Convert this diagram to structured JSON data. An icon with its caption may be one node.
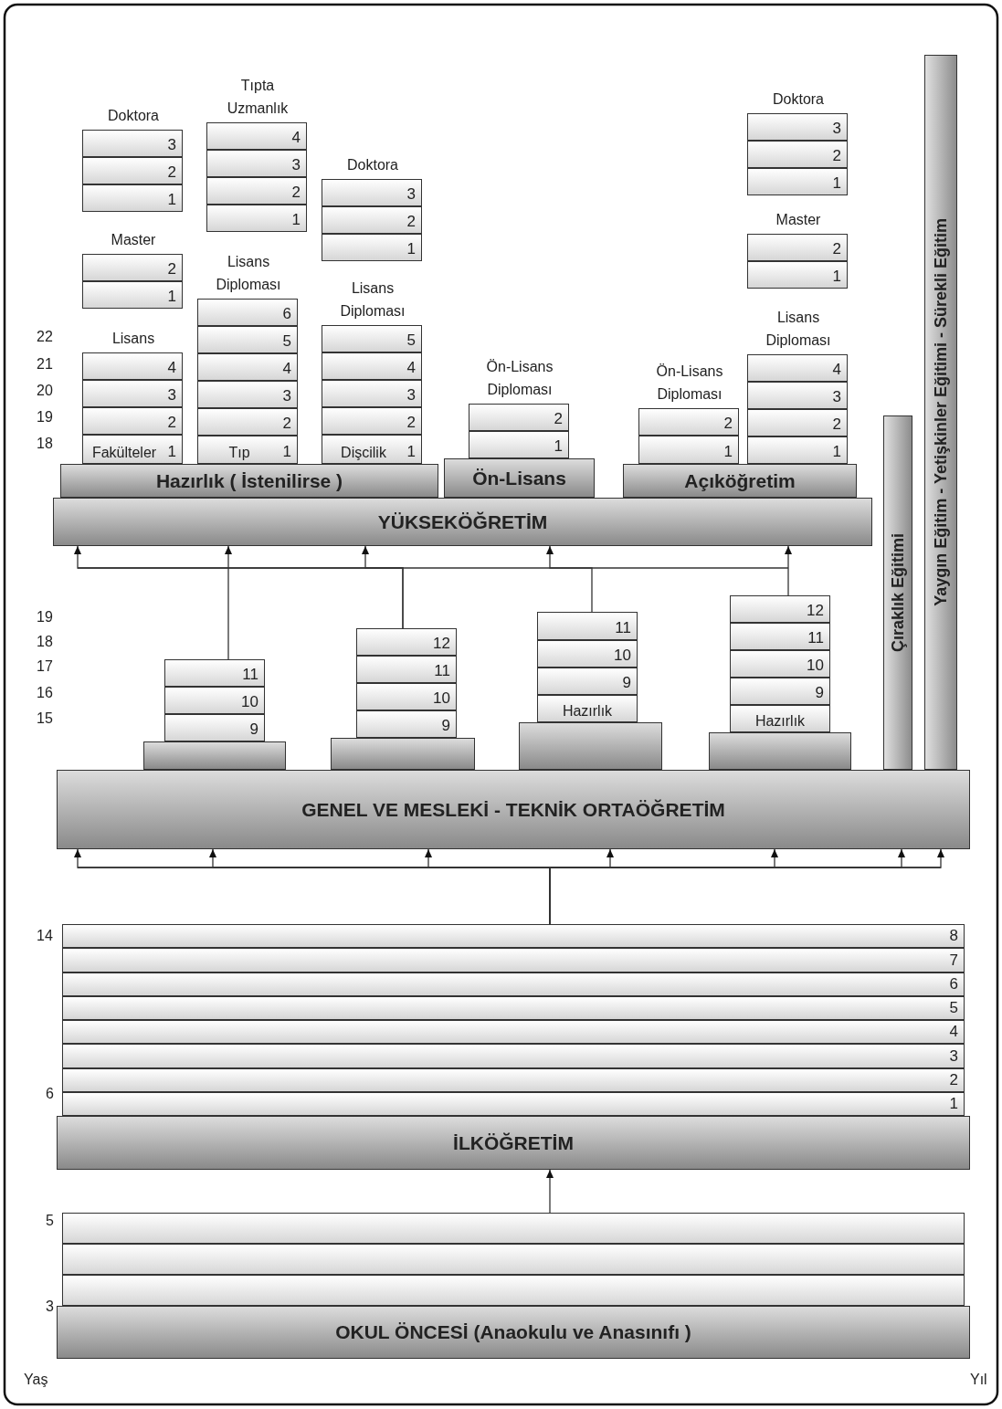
{
  "diagram": {
    "nodes": [
      {
        "text": [
          "3"
        ],
        "beside": [
          "Doktora"
        ]
      },
      {
        "text": [
          "2"
        ]
      },
      {
        "text": [
          "1"
        ]
      },
      {
        "text": [
          "2"
        ],
        "beside": [
          "Master"
        ]
      },
      {
        "text": [
          "1"
        ]
      },
      {
        "text": [
          "4"
        ],
        "beside": [
          "Lisans"
        ]
      },
      {
        "text": [
          "3"
        ]
      },
      {
        "text": [
          "2"
        ]
      },
      {
        "text": [
          "Fakülteler",
          "1"
        ]
      },
      {
        "text": [
          "4"
        ],
        "beside": [
          "Tıpta Uzmanlık"
        ]
      },
      {
        "text": [
          "3"
        ]
      },
      {
        "text": [
          "2"
        ]
      },
      {
        "text": [
          "1"
        ]
      },
      {
        "text": [
          "6"
        ],
        "beside": [
          "Lisans Diploması"
        ]
      },
      {
        "text": [
          "5"
        ]
      },
      {
        "text": [
          "4"
        ]
      },
      {
        "text": [
          "3"
        ]
      },
      {
        "text": [
          "2"
        ]
      },
      {
        "text": [
          "Tıp",
          "1"
        ]
      },
      {
        "text": [
          "3"
        ],
        "beside": [
          "Doktora"
        ]
      },
      {
        "text": [
          "2"
        ]
      },
      {
        "text": [
          "1"
        ]
      },
      {
        "text": [
          "5"
        ],
        "beside": [
          "Lisans Diploması"
        ]
      },
      {
        "text": [
          "4"
        ]
      },
      {
        "text": [
          "3"
        ]
      },
      {
        "text": [
          "2"
        ]
      },
      {
        "text": [
          "Dişcilik",
          "1"
        ]
      },
      {
        "text": [
          "2"
        ],
        "beside": [
          "Ön-Lisans Diploması"
        ]
      },
      {
        "text": [
          "1"
        ]
      },
      {
        "text": [
          "2"
        ],
        "beside": [
          "Ön-Lisans Diploması"
        ]
      },
      {
        "text": [
          "1"
        ]
      },
      {
        "text": [
          "3"
        ],
        "beside": [
          "Doktora"
        ]
      },
      {
        "text": [
          "2"
        ]
      },
      {
        "text": [
          "1"
        ]
      },
      {
        "text": [
          "2"
        ],
        "beside": [
          "Master"
        ]
      },
      {
        "text": [
          "1"
        ]
      },
      {
        "text": [
          "4"
        ],
        "beside": [
          "Lisans Diploması"
        ]
      },
      {
        "text": [
          "3"
        ]
      },
      {
        "text": [
          "2"
        ]
      },
      {
        "text": [
          "1"
        ]
      },
      {
        "text": [
          "Hazırlık ( İstenilirse )"
        ]
      },
      {
        "text": [
          "Ön-Lisans"
        ]
      },
      {
        "text": [
          "Açıköğretim"
        ]
      },
      {
        "text": [
          "YÜKSEKÖĞRETİM"
        ]
      },
      {
        "text": [
          "Yaygın Eğitim - Yetişkinler Eğitimi - Sürekli Eğitim"
        ]
      },
      {
        "text": [
          "Çıraklık Eğitimi"
        ]
      },
      {
        "text": [
          "11"
        ]
      },
      {
        "text": [
          "10"
        ]
      },
      {
        "text": [
          "9"
        ]
      },
      {
        "text": [],
        "shape": "box"
      },
      {
        "text": [
          "12"
        ]
      },
      {
        "text": [
          "11"
        ]
      },
      {
        "text": [
          "10"
        ]
      },
      {
        "text": [
          "9"
        ]
      },
      {
        "text": [],
        "shape": "box"
      },
      {
        "text": [
          "11"
        ]
      },
      {
        "text": [
          "10"
        ]
      },
      {
        "text": [
          "9"
        ]
      },
      {
        "text": [
          "Hazırlık"
        ]
      },
      {
        "text": [],
        "shape": "box"
      },
      {
        "text": [
          "12"
        ]
      },
      {
        "text": [
          "11"
        ]
      },
      {
        "text": [
          "10"
        ]
      },
      {
        "text": [
          "9"
        ]
      },
      {
        "text": [
          "Hazırlık"
        ]
      },
      {
        "text": [],
        "shape": "box"
      },
      {
        "text": [
          "GENEL VE MESLEKİ - TEKNİK ORTAÖĞRETİM"
        ]
      },
      {
        "text": [
          "8"
        ]
      },
      {
        "text": [
          "7"
        ]
      },
      {
        "text": [
          "6"
        ]
      },
      {
        "text": [
          "5"
        ]
      },
      {
        "text": [
          "4"
        ]
      },
      {
        "text": [
          "3"
        ]
      },
      {
        "text": [
          "2"
        ]
      },
      {
        "text": [
          "1"
        ]
      },
      {
        "text": [
          "İLKÖĞRETİM"
        ]
      },
      {
        "text": [],
        "shape": "bar"
      },
      {
        "text": [],
        "shape": "bar"
      },
      {
        "text": [],
        "shape": "bar"
      },
      {
        "text": [
          "OKUL ÖNCESİ (Anaokulu ve Anasınıfı )"
        ]
      }
    ],
    "edges": [
      {
        "from": 46,
        "to": 43,
        "arrow": "to"
      },
      {
        "from": 50,
        "to": 43,
        "arrow": "to"
      },
      {
        "from": 50,
        "to": 43,
        "arrow": "to"
      },
      {
        "from": 55,
        "to": 43,
        "arrow": "to"
      },
      {
        "from": 60,
        "to": 43,
        "arrow": "to"
      },
      {
        "from": 67,
        "to": 66,
        "arrow": "to"
      },
      {
        "from": 67,
        "to": 66,
        "arrow": "to"
      },
      {
        "from": 67,
        "to": 66,
        "arrow": "to"
      },
      {
        "from": 67,
        "to": 66,
        "arrow": "to"
      },
      {
        "from": 67,
        "to": 66,
        "arrow": "to"
      },
      {
        "from": 67,
        "to": 66,
        "arrow": "to"
      },
      {
        "from": 67,
        "to": 66,
        "arrow": "to"
      },
      {
        "from": 76,
        "to": 75,
        "arrow": "to"
      }
    ],
    "labels": [
      "22",
      "21",
      "20",
      "19",
      "18",
      "19",
      "18",
      "17",
      "16",
      "15",
      "14",
      "6",
      "5",
      "3",
      "Yaş",
      "Yıl"
    ]
  }
}
